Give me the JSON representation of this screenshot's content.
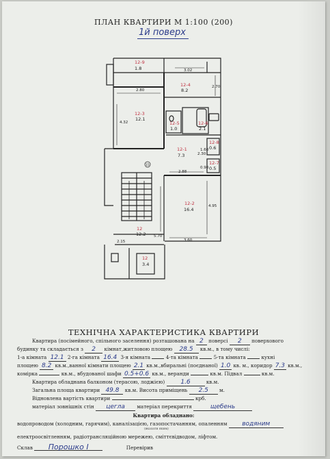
{
  "plan": {
    "title": "ПЛАН  КВАРТИРИ  М 1:100 (200)",
    "floor_note": "1й поверх",
    "rooms": [
      {
        "num": "12-9",
        "area": "1.8"
      },
      {
        "num": "12-4",
        "area": "8.2"
      },
      {
        "num": "12-3",
        "area": "12.1"
      },
      {
        "num": "12-5",
        "area": "1.0"
      },
      {
        "num": "12-6",
        "area": "2.1"
      },
      {
        "num": "12-1",
        "area": "7.3"
      },
      {
        "num": "12-7",
        "area": "0.5"
      },
      {
        "num": "12-8",
        "area": "0.6"
      },
      {
        "num": "12-2",
        "area": "16.4"
      },
      {
        "num": "12",
        "area": "12.2"
      },
      {
        "num": "12",
        "area": "3.4"
      }
    ],
    "dims": [
      "3.02",
      "2.80",
      "2.70",
      "4.32",
      "2.30",
      "2.88",
      "4.95",
      "5.70",
      "3.60",
      "2.15",
      "1.60",
      "0.90"
    ],
    "circle_mark": "15"
  },
  "section": {
    "title": "ТЕХНІЧНА ХАРАКТЕРИСТИКА КВАРТИРИ",
    "l1": {
      "a": "Квартира (посімейного, спільного заселення) розташована на",
      "floor": "2",
      "b": "поверсі",
      "total": "2",
      "c": "поверхового"
    },
    "l2": {
      "a": "будинку та складається з",
      "rooms": "2",
      "b": "кімнат,житловою площею",
      "living": "28.5",
      "c": "кв.м., в тому числі:"
    },
    "l3": {
      "a": "1-а кімната",
      "r1": "12.1",
      "b": "2-га кімната",
      "r2": "16.4",
      "c": "3-я кімната",
      "d": "4-та кімната",
      "e": "5-та кімната",
      "f": "кухні"
    },
    "l4": {
      "a": "площею",
      "kitchen": "8.2",
      "b": "кв.м.,ванної кімнати площею",
      "bath": "2.1",
      "c": "кв.м.,вбиральні (поєднаної)",
      "wc": "1.0",
      "d": "кв. м., коридор",
      "corr": "7.3",
      "e": "кв.м.,"
    },
    "l5": {
      "a": "комірка",
      "b": "кв.м., вбудованої шафи",
      "closet": "0.5+0.6",
      "c": "кв.м., веранди",
      "d": "кв.м. Підвал",
      "e": "кв.м."
    },
    "l6": {
      "a": "Квартира обладнана балконом (терасою, лоджією)",
      "balcony": "1.6",
      "b": "кв.м."
    },
    "l7": {
      "a": "Загальна площа квартири",
      "total_area": "49.8",
      "b": "кв.м. Висота приміщень",
      "height": "2.5",
      "c": "м."
    },
    "l8": {
      "a": "Відновлена вартість квартири",
      "b": "крб."
    },
    "l9": {
      "a": "матеріал зовнішніх стін",
      "walls": "цегла",
      "b": "матеріал перекриття",
      "ceiling": "щебень"
    },
    "l10": {
      "a": "Квартира обладнано:"
    },
    "l11": {
      "a": "водопроводом (холодним, гарячим), каналізацією, газопостачанням, опаленням",
      "heating": "водяним",
      "note": "(вказати яким)"
    },
    "l12": {
      "a": "електроосвітленням, радіотрансляційною мережею, сміттєвідводом, ліфтом."
    },
    "l13": {
      "a": "Склав",
      "compiler": "Порошко І",
      "b": "Перевірив"
    }
  },
  "colors": {
    "ink": "#2a3a8a",
    "stamp": "#c03040",
    "line": "#222222"
  }
}
